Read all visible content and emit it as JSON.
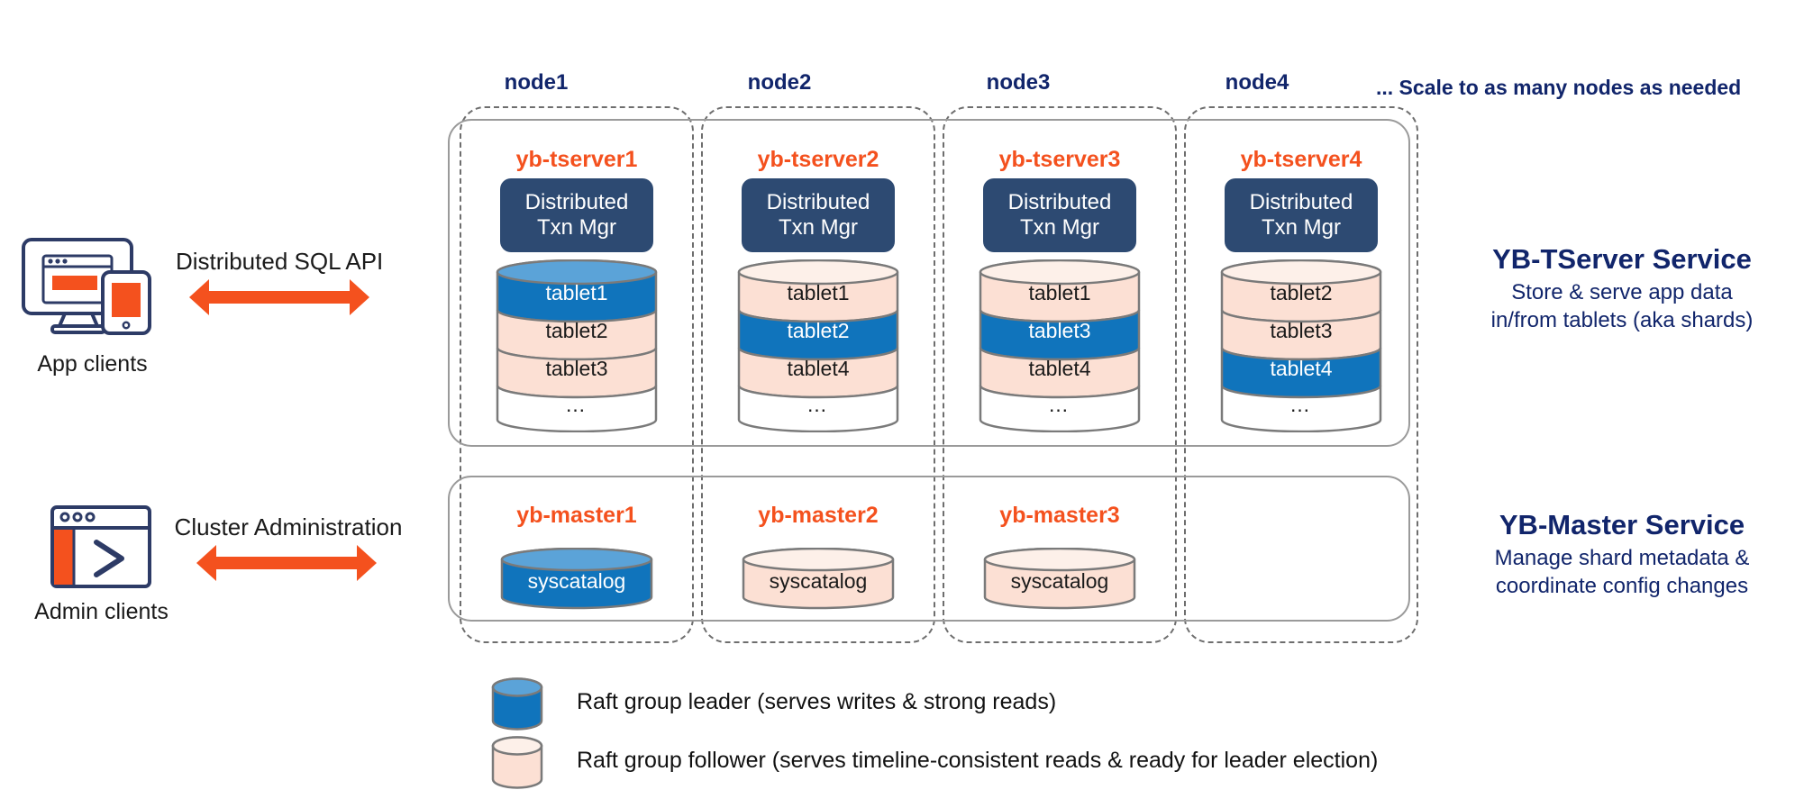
{
  "clients": {
    "app": {
      "label": "App clients",
      "icon": "desktop-tablet-icon",
      "arrow_label": "Distributed SQL API"
    },
    "admin": {
      "label": "Admin clients",
      "icon": "terminal-window-icon",
      "arrow_label": "Cluster Administration"
    }
  },
  "nodes": [
    {
      "header": "node1"
    },
    {
      "header": "node2"
    },
    {
      "header": "node3"
    },
    {
      "header": "node4"
    }
  ],
  "scale_note": "...  Scale to as many nodes as needed",
  "tserver_service": {
    "title": "YB-TServer Service",
    "desc_line1": "Store & serve app data",
    "desc_line2": "in/from tablets (aka shards)",
    "processes": [
      {
        "name": "yb-tserver1",
        "txn_mgr_line1": "Distributed",
        "txn_mgr_line2": "Txn Mgr",
        "tablets": [
          {
            "label": "tablet1",
            "role": "leader"
          },
          {
            "label": "tablet2",
            "role": "follower"
          },
          {
            "label": "tablet3",
            "role": "follower"
          },
          {
            "label": "…",
            "role": "empty"
          }
        ]
      },
      {
        "name": "yb-tserver2",
        "txn_mgr_line1": "Distributed",
        "txn_mgr_line2": "Txn Mgr",
        "tablets": [
          {
            "label": "tablet1",
            "role": "follower"
          },
          {
            "label": "tablet2",
            "role": "leader"
          },
          {
            "label": "tablet4",
            "role": "follower"
          },
          {
            "label": "…",
            "role": "empty"
          }
        ]
      },
      {
        "name": "yb-tserver3",
        "txn_mgr_line1": "Distributed",
        "txn_mgr_line2": "Txn Mgr",
        "tablets": [
          {
            "label": "tablet1",
            "role": "follower"
          },
          {
            "label": "tablet3",
            "role": "leader"
          },
          {
            "label": "tablet4",
            "role": "follower"
          },
          {
            "label": "…",
            "role": "empty"
          }
        ]
      },
      {
        "name": "yb-tserver4",
        "txn_mgr_line1": "Distributed",
        "txn_mgr_line2": "Txn Mgr",
        "tablets": [
          {
            "label": "tablet2",
            "role": "follower"
          },
          {
            "label": "tablet3",
            "role": "follower"
          },
          {
            "label": "tablet4",
            "role": "leader"
          },
          {
            "label": "…",
            "role": "empty"
          }
        ]
      }
    ]
  },
  "master_service": {
    "title": "YB-Master Service",
    "desc_line1": "Manage shard metadata &",
    "desc_line2": "coordinate config changes",
    "processes": [
      {
        "name": "yb-master1",
        "catalog": "syscatalog",
        "role": "leader"
      },
      {
        "name": "yb-master2",
        "catalog": "syscatalog",
        "role": "follower"
      },
      {
        "name": "yb-master3",
        "catalog": "syscatalog",
        "role": "follower"
      },
      {
        "name": "",
        "catalog": "",
        "role": "none"
      }
    ]
  },
  "legend": [
    {
      "role": "leader",
      "text": "Raft group leader (serves writes & strong reads)"
    },
    {
      "role": "follower",
      "text": "Raft group follower (serves timeline-consistent reads & ready for leader election)"
    }
  ],
  "colors": {
    "leader_blue": "#1074BC",
    "leader_blue_top": "#5BA3D8",
    "follower_pink": "#FCE0D4",
    "follower_pink_top": "#FDF0E9",
    "empty_white": "#FFFFFF",
    "txn_navy": "#2D4A72",
    "accent_orange": "#F4511E",
    "heading_navy": "#11256B",
    "outline_gray": "#7a7a7a"
  }
}
